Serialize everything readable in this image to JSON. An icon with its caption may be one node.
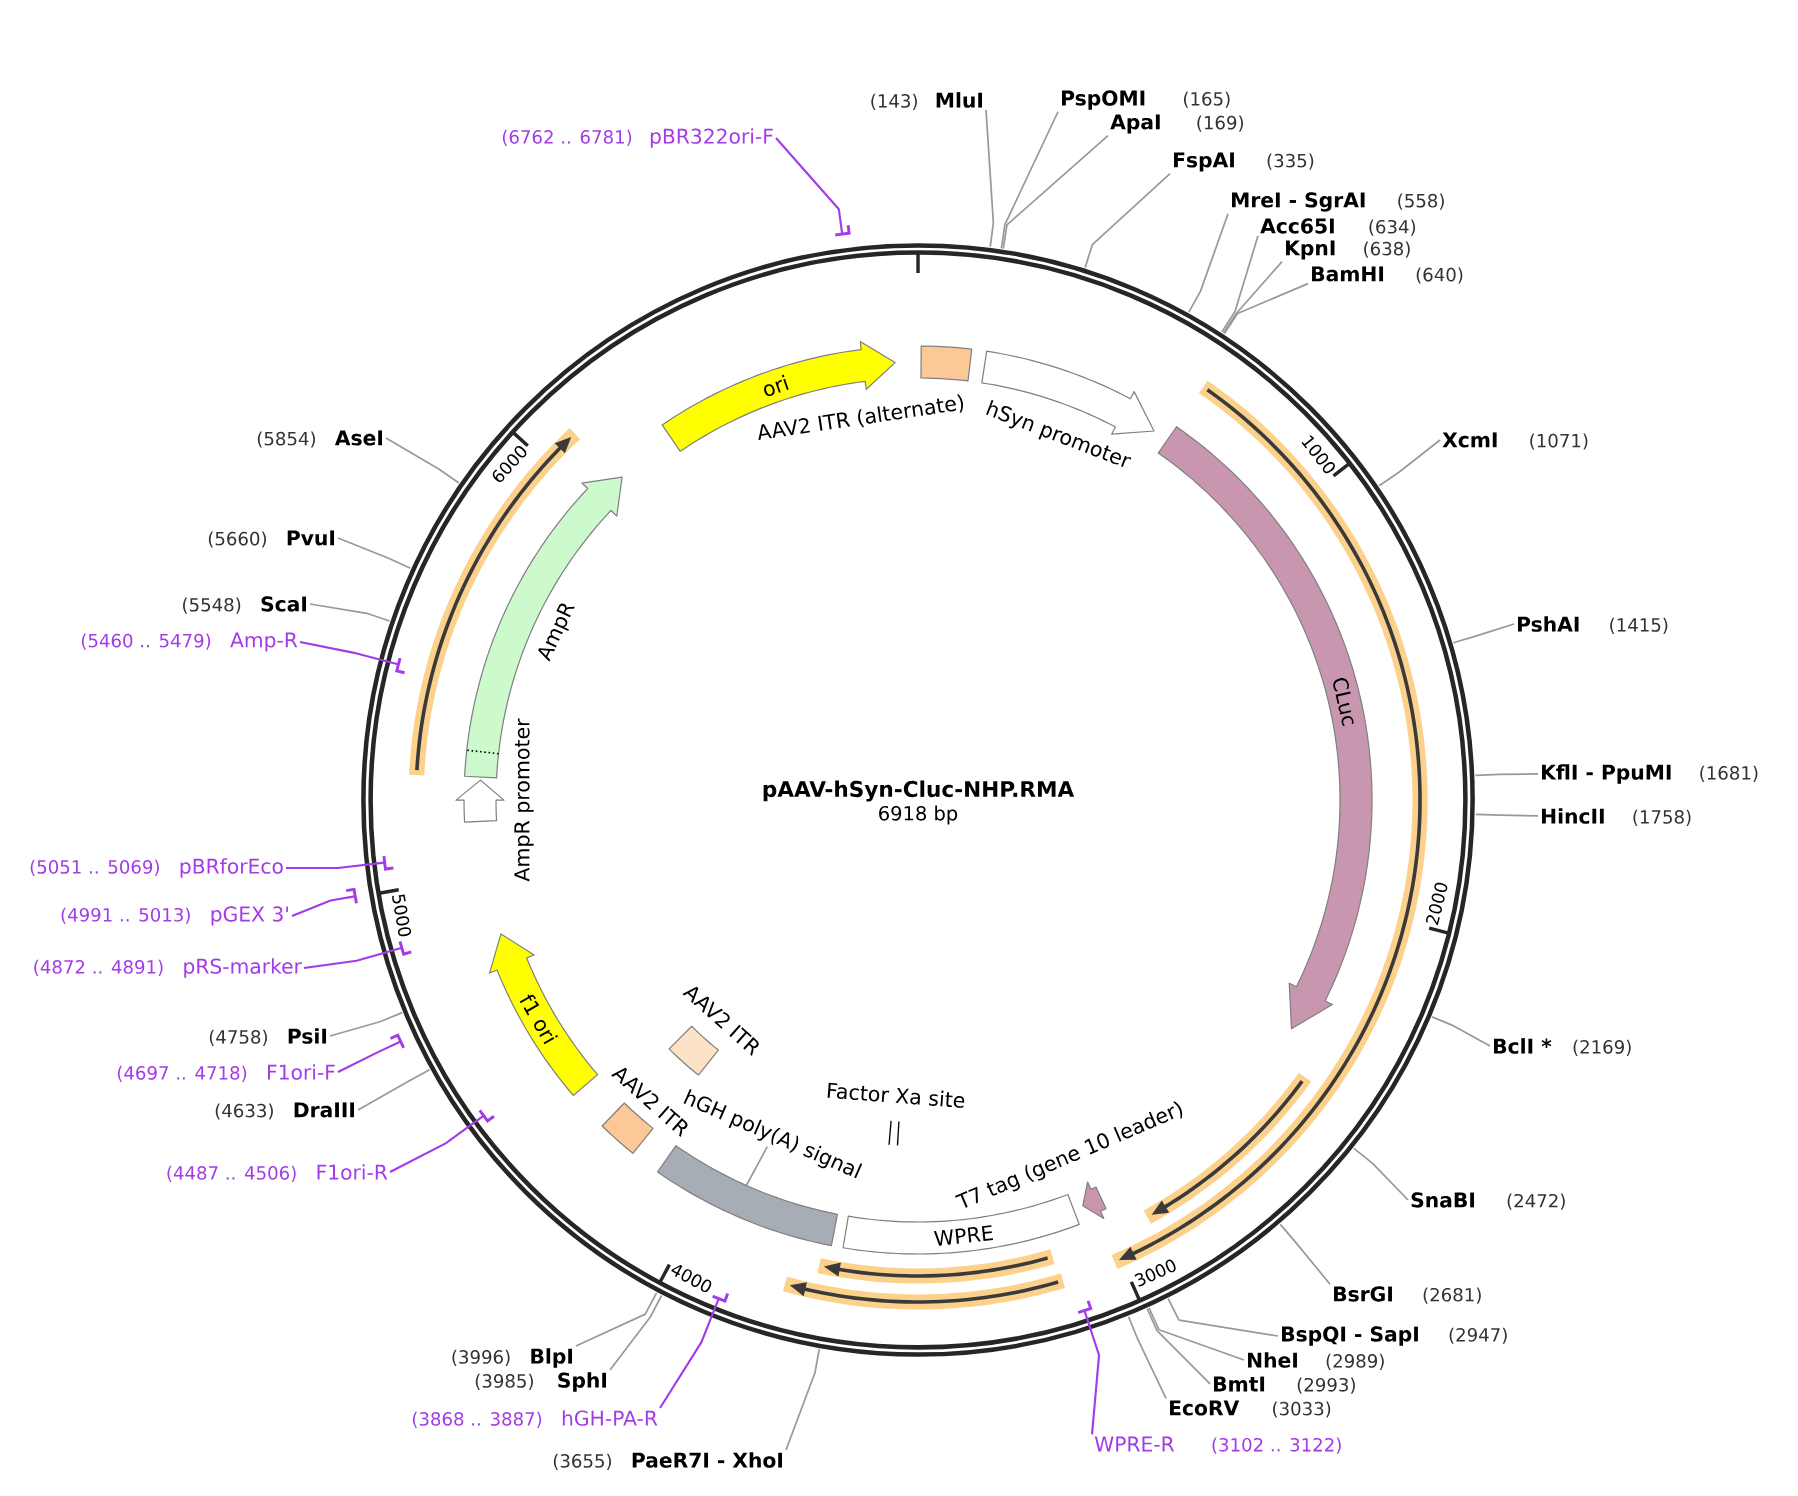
{
  "diagram": {
    "title": "pAAV-hSyn-Cluc-NHP.RMA",
    "nodes": [
      {
        "text": [],
        "shape": "circle"
      },
      {
        "text": [],
        "shape": "box",
        "in": 0
      },
      {
        "text": [],
        "shape": "arrow",
        "beside": [
          "hSyn promoter"
        ],
        "in": 0
      },
      {
        "text": [
          "CLuc"
        ],
        "in": 0
      },
      {
        "text": [],
        "shape": "arrow",
        "beside": [
          "T7 tag (gene 10 leader)"
        ],
        "in": 0
      },
      {
        "text": [
          "WPRE"
        ],
        "in": 0
      },
      {
        "text": [],
        "shape": "bar",
        "beside": [
          "Factor Xa site"
        ],
        "in": 0
      },
      {
        "text": [
          "hGH poly(A) signal"
        ],
        "in": 0
      },
      {
        "text": [],
        "shape": "box",
        "in": 0
      },
      {
        "text": [],
        "shape": "box",
        "beside": [
          "AAV2 ITR"
        ],
        "in": 0
      },
      {
        "text": [],
        "shape": "box",
        "beside": [
          "AAV2 ITR"
        ],
        "in": 0
      },
      {
        "text": [
          "f1 ori"
        ],
        "in": 0
      },
      {
        "text": [],
        "shape": "arrow",
        "beside": [
          "AmpR promoter"
        ],
        "in": 0
      },
      {
        "text": [],
        "shape": "arrow",
        "beside": [
          "AmpR"
        ],
        "in": 0
      },
      {
        "text": [
          "ori"
        ],
        "in": 0
      },
      {
        "text": [
          "(143)",
          "MluI"
        ]
      },
      {
        "text": [
          "PspOMI",
          "(165)"
        ]
      },
      {
        "text": [
          "ApaI",
          "(169)"
        ]
      },
      {
        "text": [
          "FspAI",
          "(335)"
        ]
      },
      {
        "text": [
          "MreI - SgrAI",
          "(558)"
        ]
      },
      {
        "text": [
          "Acc65I",
          "(634)"
        ]
      },
      {
        "text": [
          "KpnI",
          "(638)"
        ]
      },
      {
        "text": [
          "BamHI",
          "(640)"
        ]
      },
      {
        "text": [
          "XcmI",
          "(1071)"
        ]
      },
      {
        "text": [
          "PshAI",
          "(1415)"
        ]
      },
      {
        "text": [
          "KflI - PpuMI",
          "(1681)"
        ]
      },
      {
        "text": [
          "HincII",
          "(1758)"
        ]
      },
      {
        "text": [
          "BclI *",
          "(2169)"
        ]
      },
      {
        "text": [
          "SnaBI",
          "(2472)"
        ]
      },
      {
        "text": [
          "BsrGI",
          "(2681)"
        ]
      },
      {
        "text": [
          "BspQI - SapI",
          "(2947)"
        ]
      },
      {
        "text": [
          "NheI",
          "(2989)"
        ]
      },
      {
        "text": [
          "BmtI",
          "(2993)"
        ]
      },
      {
        "text": [
          "EcoRV",
          "(3033)"
        ]
      },
      {
        "text": [
          "(3655)",
          "PaeR7I - XhoI"
        ]
      },
      {
        "text": [
          "(3985)",
          "SphI"
        ]
      },
      {
        "text": [
          "(3996)",
          "BlpI"
        ]
      },
      {
        "text": [
          "(4633)",
          "DraIII"
        ]
      },
      {
        "text": [
          "(4758)",
          "PsiI"
        ]
      },
      {
        "text": [
          "(5548)",
          "ScaI"
        ]
      },
      {
        "text": [
          "(5660)",
          "PvuI"
        ]
      },
      {
        "text": [
          "(5854)",
          "AseI"
        ]
      },
      {
        "text": [
          "WPRE-R",
          "(3102 .. 3122)"
        ]
      },
      {
        "text": [],
        "shape": "bar",
        "in": 0
      },
      {
        "text": [
          "(3868 .. 3887)",
          "hGH-PA-R"
        ]
      },
      {
        "text": [],
        "shape": "bar",
        "in": 0
      },
      {
        "text": [
          "(4487 .. 4506)",
          "F1ori-R"
        ]
      },
      {
        "text": [],
        "shape": "bar",
        "in": 0
      },
      {
        "text": [
          "(4697 .. 4718)",
          "F1ori-F"
        ]
      },
      {
        "text": [],
        "shape": "bar"
      },
      {
        "text": [
          "(4872 .. 4891)",
          "pRS-marker"
        ]
      },
      {
        "text": [],
        "shape": "bar",
        "in": 0
      },
      {
        "text": [
          "(4991 .. 5013)",
          "pGEX 3'"
        ]
      },
      {
        "text": [],
        "shape": "bar"
      },
      {
        "text": [
          "(5051 .. 5069)",
          "pBRforEco"
        ]
      },
      {
        "text": [],
        "shape": "bar",
        "in": 0
      },
      {
        "text": [
          "(5460 .. 5479)",
          "Amp-R"
        ]
      },
      {
        "text": [],
        "shape": "bar",
        "in": 0
      },
      {
        "text": [
          "(6762 .. 6781)",
          "pBR322ori-F"
        ]
      },
      {
        "text": [],
        "shape": "bar"
      }
    ],
    "edges": [
      {
        "from": 15,
        "to": 0,
        "arrow": "none"
      },
      {
        "from": 16,
        "to": 0,
        "arrow": "none"
      },
      {
        "from": 17,
        "to": 0,
        "arrow": "none"
      },
      {
        "from": 18,
        "to": 0,
        "arrow": "none"
      },
      {
        "from": 19,
        "to": 0,
        "arrow": "none"
      },
      {
        "from": 20,
        "to": 0,
        "arrow": "none"
      },
      {
        "from": 21,
        "to": 0,
        "arrow": "none"
      },
      {
        "from": 22,
        "to": 0,
        "arrow": "none"
      },
      {
        "from": 23,
        "to": 0,
        "arrow": "none"
      },
      {
        "from": 24,
        "to": 0,
        "arrow": "none"
      },
      {
        "from": 25,
        "to": 0,
        "arrow": "none"
      },
      {
        "from": 26,
        "to": 0,
        "arrow": "none"
      },
      {
        "from": 27,
        "to": 0,
        "arrow": "none"
      },
      {
        "from": 28,
        "to": 0,
        "arrow": "none"
      },
      {
        "from": 29,
        "to": 0,
        "arrow": "none"
      },
      {
        "from": 30,
        "to": 0,
        "arrow": "none"
      },
      {
        "from": 31,
        "to": 0,
        "arrow": "none"
      },
      {
        "from": 32,
        "to": 0,
        "arrow": "none"
      },
      {
        "from": 33,
        "to": 0,
        "arrow": "none"
      },
      {
        "from": 34,
        "to": 0,
        "arrow": "none"
      },
      {
        "from": 35,
        "to": 0,
        "arrow": "none"
      },
      {
        "from": 36,
        "to": 0,
        "arrow": "none"
      },
      {
        "from": 37,
        "to": 0,
        "arrow": "none"
      },
      {
        "from": 38,
        "to": 0,
        "arrow": "none"
      },
      {
        "from": 39,
        "to": 0,
        "arrow": "none"
      },
      {
        "from": 40,
        "to": 0,
        "arrow": "none"
      },
      {
        "from": 41,
        "to": 0,
        "arrow": "none"
      },
      {
        "from": 7,
        "to": 8,
        "arrow": "none"
      },
      {
        "from": 42,
        "to": 43,
        "arrow": "none",
        "color": "#a23be8"
      },
      {
        "from": 44,
        "to": 45,
        "arrow": "none",
        "color": "#a23be8"
      },
      {
        "from": 46,
        "to": 47,
        "arrow": "none",
        "color": "#a23be8"
      },
      {
        "from": 48,
        "to": 49,
        "arrow": "none",
        "color": "#a23be8"
      },
      {
        "from": 50,
        "to": 51,
        "arrow": "none",
        "color": "#a23be8"
      },
      {
        "from": 52,
        "to": 53,
        "arrow": "none",
        "color": "#a23be8"
      },
      {
        "from": 54,
        "to": 55,
        "arrow": "none",
        "color": "#a23be8"
      },
      {
        "from": 56,
        "to": 57,
        "arrow": "none",
        "color": "#a23be8"
      },
      {
        "from": 58,
        "to": 59,
        "arrow": "none",
        "color": "#a23be8"
      }
    ],
    "labels": [
      "AAV2 ITR (alternate)",
      "6918 bp",
      "1000",
      "2000",
      "3000",
      "4000",
      "5000",
      "6000"
    ]
  }
}
